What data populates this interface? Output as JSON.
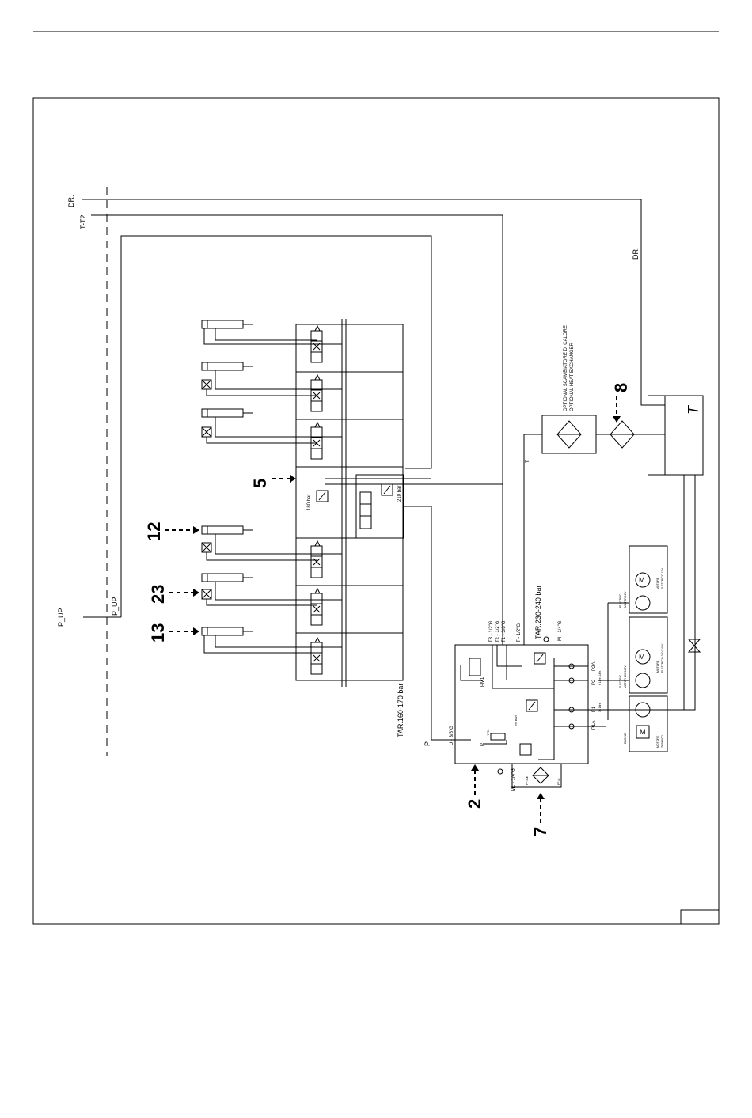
{
  "lines": {
    "p_up": "P_UP",
    "dr": "DR.",
    "t_t2": "T-T2"
  },
  "callouts": {
    "c5": "5",
    "c8": "8",
    "c12": "12",
    "c23": "23",
    "c13": "13",
    "c2": "2",
    "c7": "7"
  },
  "valve_block": {
    "relief_1": "180 bar",
    "relief_2": "210 bar",
    "tar_main": "TAR.160-170 bar"
  },
  "heat_exchanger": {
    "line_it": "OPTIONAL SCAMBIATORE DI CALORE",
    "line_en": "OPTIONAL HEAT EXCHANGER"
  },
  "tank": {
    "label": "T",
    "dr_label": "DR.",
    "t_label": "T"
  },
  "power_unit": {
    "tar": "TAR.230-240 bar",
    "ports": [
      "T3 - 1/2\"G",
      "T2 - 1/2\"G",
      "T1 - 3/8\"G",
      "T - 1/2\"G"
    ],
    "m_port": "M - 1/4\"G",
    "m1_port": "M1 - 1/4\"G",
    "pm1": "PM1",
    "yv01": "YV01",
    "p": "P",
    "u_port": "U - 3/8\"G",
    "pf_out": "PF-out",
    "pf_in": "PF-in",
    "bar290": "290 BAR",
    "p2a": "P2A",
    "p2": "P2",
    "p2_flow": "6 Litre /Lit/e.",
    "p1": "P1",
    "p1_flow": "16 Litre",
    "p1a": "P1A",
    "p_left": "P"
  },
  "motors": [
    {
      "m": "M",
      "en": "ELECTRIC",
      "en2": "MOTOR 12V",
      "it": "MOTORE",
      "it2": "ELETTRICO 12V"
    },
    {
      "m": "M",
      "en": "ELECTRIC",
      "en2": "MOTOR 230/110V",
      "it": "MOTORE",
      "it2": "ELETTRICO 230/110 V"
    },
    {
      "m": "M",
      "en": "ENGINE",
      "en2": "",
      "it": "MOTORE",
      "it2": "TERMICO"
    }
  ]
}
